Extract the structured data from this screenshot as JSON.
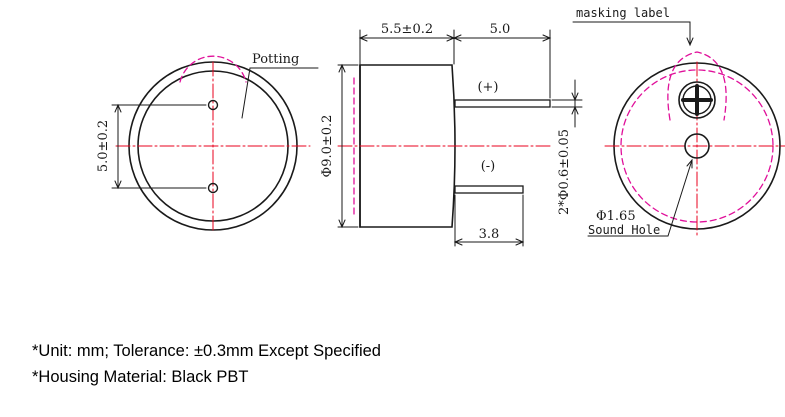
{
  "labels": {
    "potting": "Potting",
    "masking_label": "masking label",
    "dim_top_left": "5.5±0.2",
    "dim_top_right": "5.0",
    "dim_pin_pitch": "5.0±0.2",
    "dim_diameter": "Φ9.0±0.2",
    "dim_pin_length": "3.8",
    "dim_pin_dia": "2*Φ0.6±0.05",
    "plus": "(+)",
    "minus": "(-)",
    "sound_hole_dia": "Φ1.65",
    "sound_hole": "Sound Hole"
  },
  "notes": {
    "unit": "*Unit: mm; Tolerance:  ±0.3mm  Except Specified",
    "material": "*Housing Material: Black PBT"
  },
  "colors": {
    "line": "#1a1a1a",
    "centerline": "#e8001c",
    "hidden": "#e0109a"
  }
}
